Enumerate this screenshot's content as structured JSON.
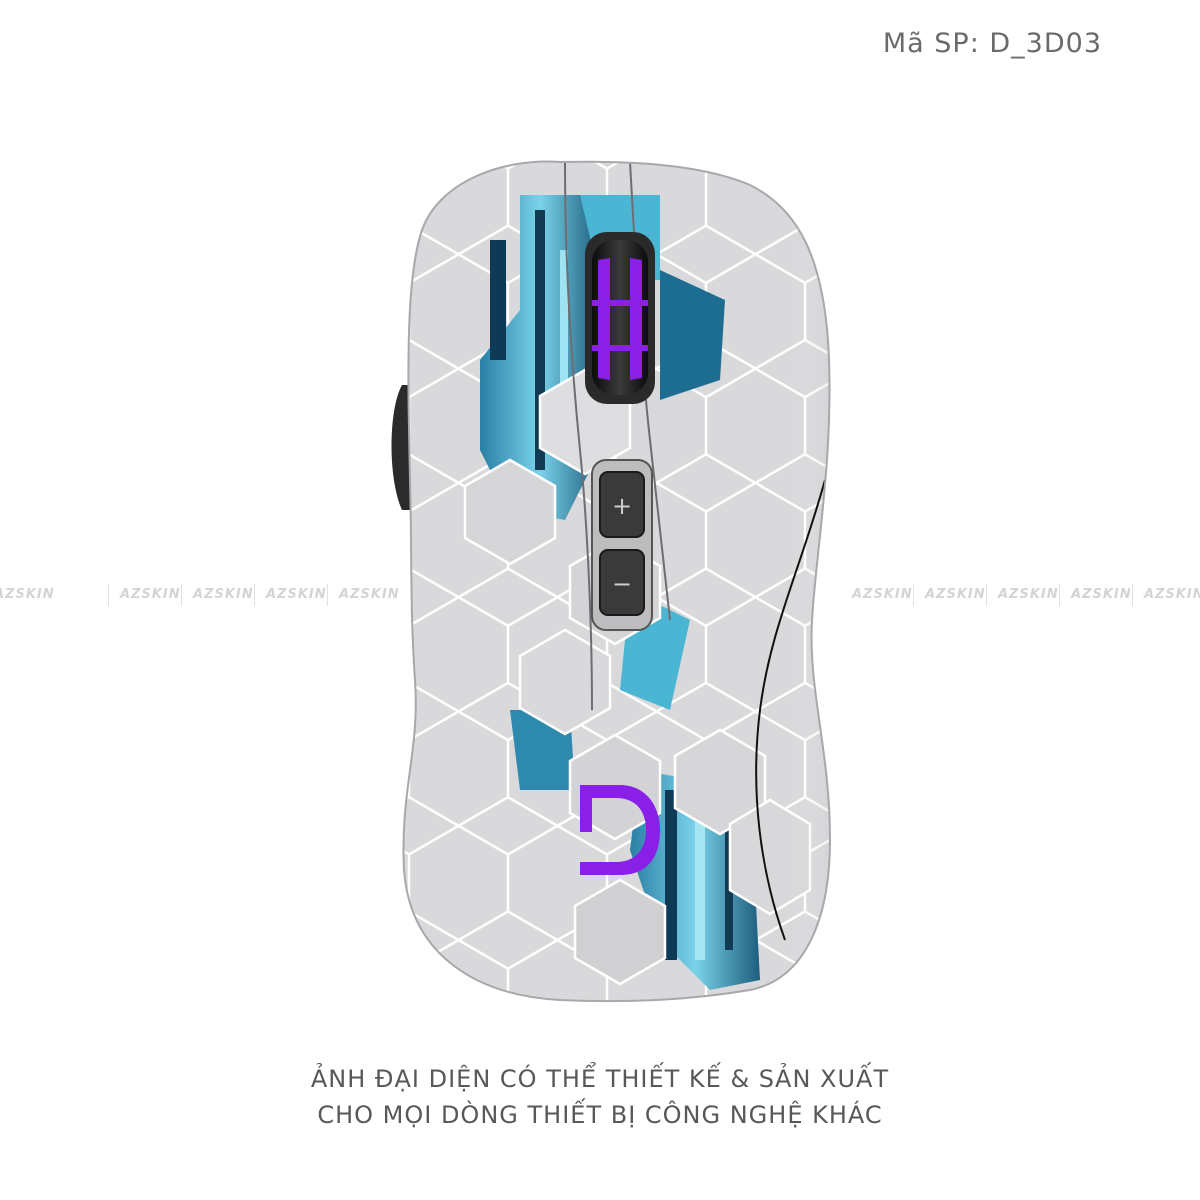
{
  "product_code": "Mã SP: D_3D03",
  "watermark": {
    "text": "AZSKIN",
    "left_items": [
      "AZSKIN",
      "AZSKIN",
      "AZSKIN",
      "AZSKIN",
      "AZSKIN"
    ],
    "right_items": [
      "AZSKIN",
      "AZSKIN",
      "AZSKIN",
      "AZSKIN",
      "AZSKIN"
    ]
  },
  "mouse": {
    "logo_letter": "D",
    "plus_symbol": "+",
    "minus_symbol": "−",
    "colors": {
      "body": "#d9d9db",
      "hex_line": "#ffffff",
      "accent_cyan": "#5bc4dd",
      "accent_dark_blue": "#123a52",
      "logo_purple": "#8a1fe8",
      "wheel": "#1b1b1b"
    }
  },
  "caption": {
    "line1": "ẢNH ĐẠI DIỆN CÓ THỂ THIẾT KẾ & SẢN XUẤT",
    "line2": "CHO MỌI DÒNG THIẾT BỊ CÔNG NGHỆ KHÁC"
  }
}
